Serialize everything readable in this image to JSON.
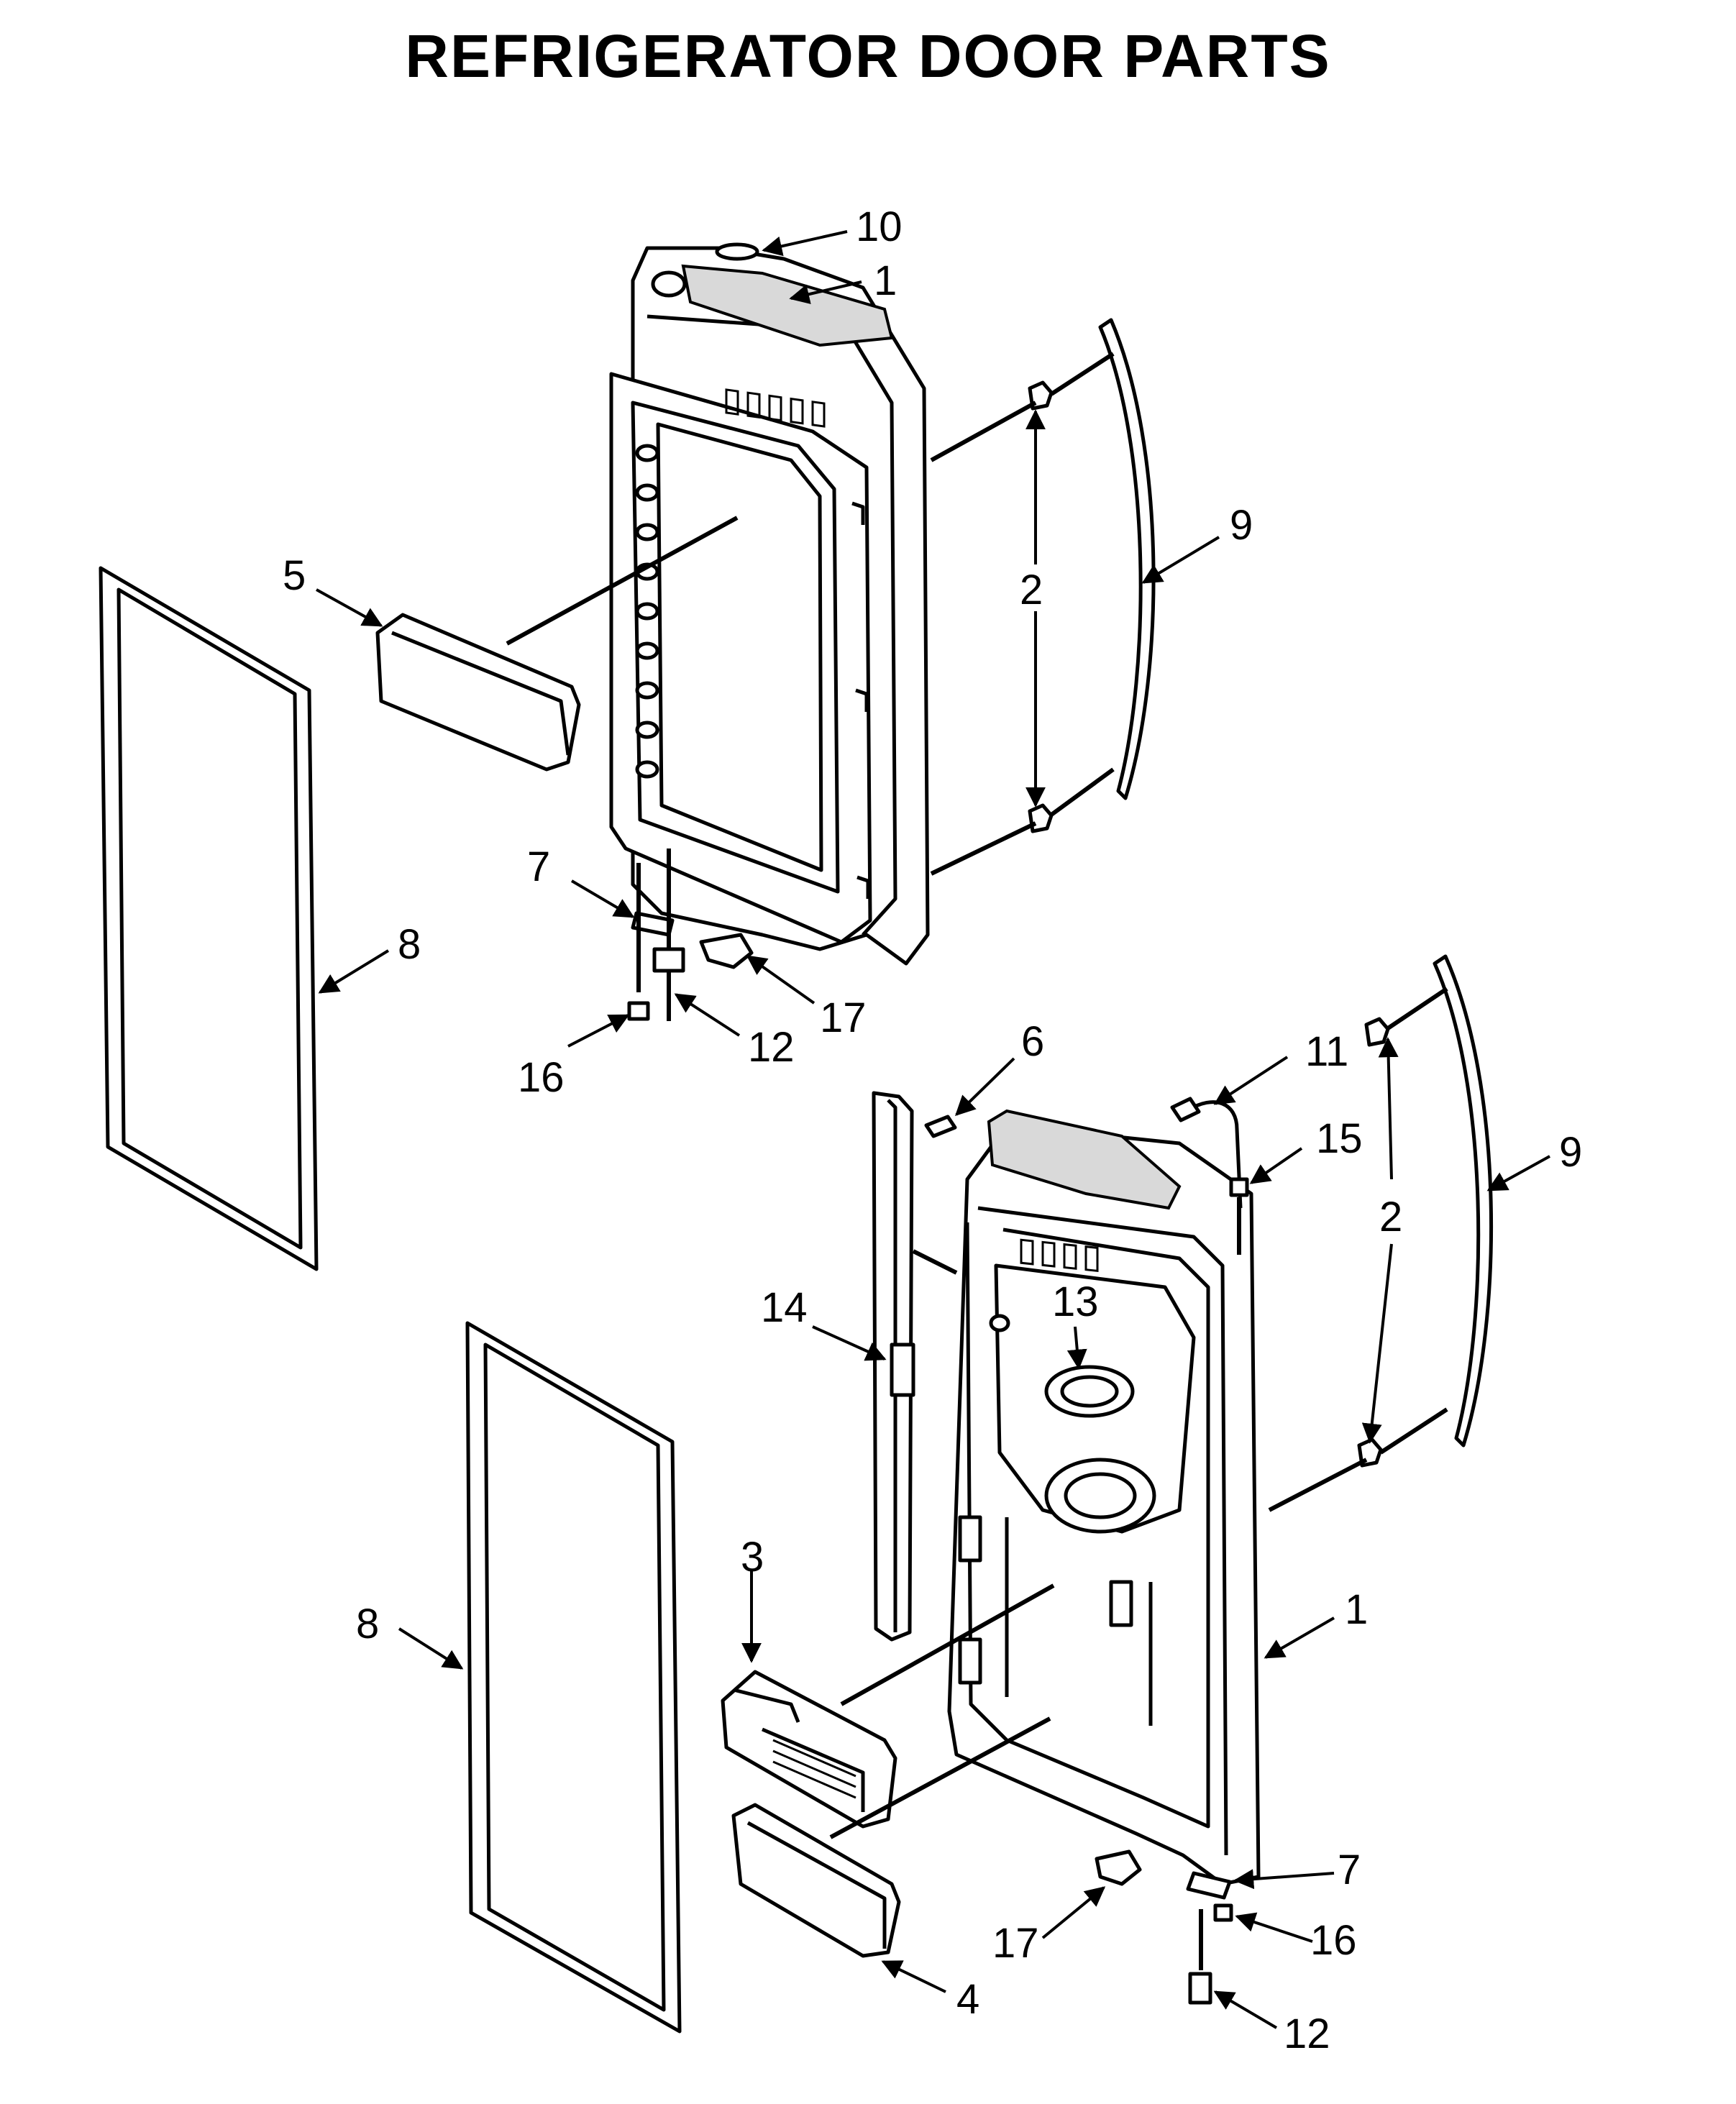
{
  "title": "REFRIGERATOR DOOR PARTS",
  "callouts": [
    {
      "id": "c10",
      "label": "10"
    },
    {
      "id": "c1a",
      "label": "1"
    },
    {
      "id": "c9a",
      "label": "9"
    },
    {
      "id": "c2a",
      "label": "2"
    },
    {
      "id": "c5",
      "label": "5"
    },
    {
      "id": "c8a",
      "label": "8"
    },
    {
      "id": "c7a",
      "label": "7"
    },
    {
      "id": "c17a",
      "label": "17"
    },
    {
      "id": "c12a",
      "label": "12"
    },
    {
      "id": "c16a",
      "label": "16"
    },
    {
      "id": "c6",
      "label": "6"
    },
    {
      "id": "c11",
      "label": "11"
    },
    {
      "id": "c15",
      "label": "15"
    },
    {
      "id": "c9b",
      "label": "9"
    },
    {
      "id": "c2b",
      "label": "2"
    },
    {
      "id": "c14",
      "label": "14"
    },
    {
      "id": "c13",
      "label": "13"
    },
    {
      "id": "c3",
      "label": "3"
    },
    {
      "id": "c8b",
      "label": "8"
    },
    {
      "id": "c1b",
      "label": "1"
    },
    {
      "id": "c7b",
      "label": "7"
    },
    {
      "id": "c16b",
      "label": "16"
    },
    {
      "id": "c17b",
      "label": "17"
    },
    {
      "id": "c4",
      "label": "4"
    },
    {
      "id": "c12b",
      "label": "12"
    }
  ]
}
